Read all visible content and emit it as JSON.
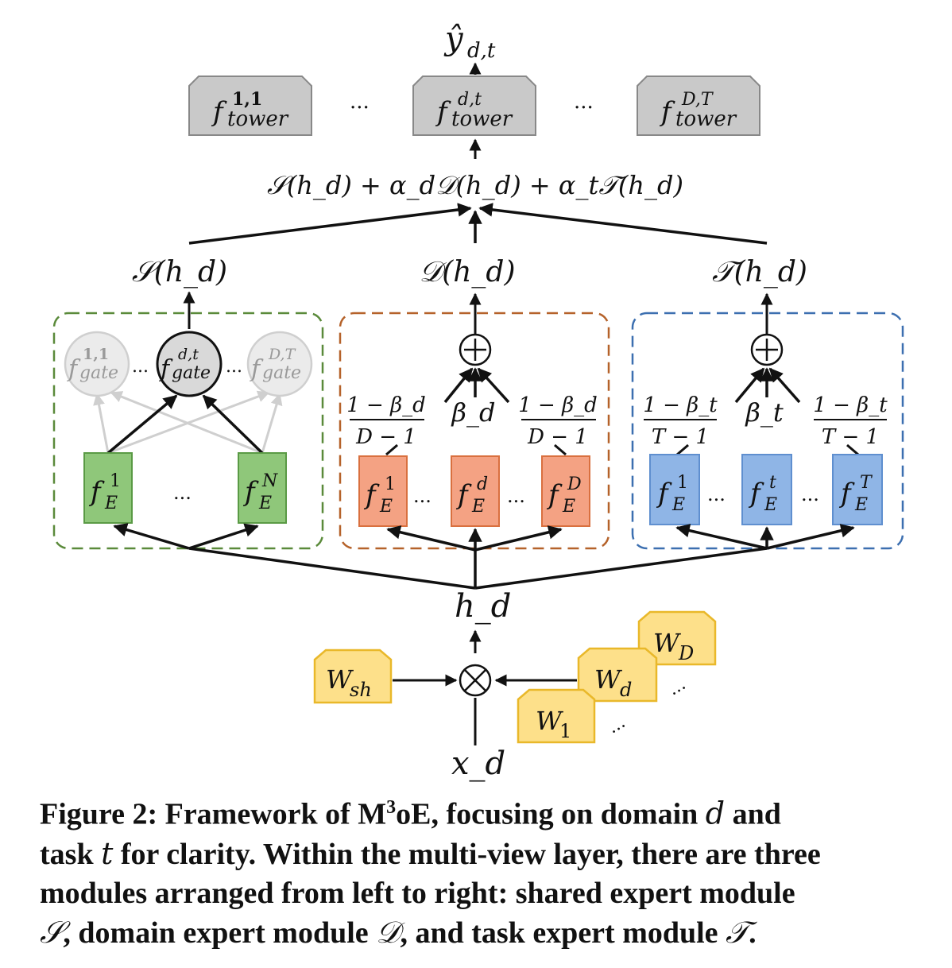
{
  "diagram": {
    "output_label": "ŷ",
    "output_sub": "d,t",
    "towers": [
      {
        "main": "f",
        "sup": "1,1",
        "sub": "tower"
      },
      {
        "main": "f",
        "sup": "d,t",
        "sub": "tower"
      },
      {
        "main": "f",
        "sup": "D,T",
        "sub": "tower"
      }
    ],
    "tower_ellipsis": "...",
    "combine_formula": "𝒮(h_d) + α_d𝒟(h_d) + α_t𝒯(h_d)",
    "module_labels": [
      "𝒮(h_d)",
      "𝒟(h_d)",
      "𝒯(h_d)"
    ],
    "gates": [
      {
        "main": "f",
        "sup": "1,1",
        "sub": "gate"
      },
      {
        "main": "f",
        "sup": "d,t",
        "sub": "gate"
      },
      {
        "main": "f",
        "sup": "D,T",
        "sub": "gate"
      }
    ],
    "shared_experts": [
      {
        "main": "f",
        "sup": "1",
        "sub": "E"
      },
      {
        "main": "f",
        "sup": "N",
        "sub": "E"
      }
    ],
    "domain_experts": [
      {
        "main": "f",
        "sup": "1",
        "sub": "E"
      },
      {
        "main": "f",
        "sup": "d",
        "sub": "E"
      },
      {
        "main": "f",
        "sup": "D",
        "sub": "E"
      }
    ],
    "task_experts": [
      {
        "main": "f",
        "sup": "1",
        "sub": "E"
      },
      {
        "main": "f",
        "sup": "t",
        "sub": "E"
      },
      {
        "main": "f",
        "sup": "T",
        "sub": "E"
      }
    ],
    "domain_weights": {
      "side_num": "1 − β_d",
      "side_den": "D − 1",
      "center": "β_d"
    },
    "task_weights": {
      "side_num": "1 − β_t",
      "side_den": "T − 1",
      "center": "β_t"
    },
    "sum_symbol": "⊕",
    "product_symbol": "⊗",
    "hidden_label": "h_d",
    "input_label": "x_d",
    "weights": [
      {
        "main": "W",
        "sub": "sh"
      },
      {
        "main": "W",
        "sub": "D"
      },
      {
        "main": "W",
        "sub": "d"
      },
      {
        "main": "W",
        "sub": "1"
      }
    ],
    "colors": {
      "shared_fill": "#8fc77a",
      "shared_border": "#5a9a45",
      "domain_fill": "#f4a283",
      "domain_border": "#d9703f",
      "task_fill": "#8fb5e6",
      "task_border": "#5f8fcf",
      "tower_fill": "#c9c9c9",
      "tower_border": "#888888",
      "weight_fill": "#fde08a",
      "weight_border": "#e9b82a",
      "shared_dash": "#5a8a3a",
      "domain_dash": "#b5622a",
      "task_dash": "#3c6fb0"
    }
  },
  "caption": {
    "line1_a": "Figure 2: Framework of M",
    "line1_sup": "3",
    "line1_b": "oE, focusing on domain ",
    "line1_var": "d",
    "line1_c": " and",
    "line2_a": "task ",
    "line2_var": "t",
    "line2_b": " for clarity. Within the multi-view layer, there are three",
    "line3": "modules arranged from left to right: shared expert module",
    "line4_var1": "𝒮",
    "line4_a": ", domain expert module ",
    "line4_var2": "𝒟",
    "line4_b": ", and task expert module ",
    "line4_var3": "𝒯",
    "line4_c": "."
  }
}
